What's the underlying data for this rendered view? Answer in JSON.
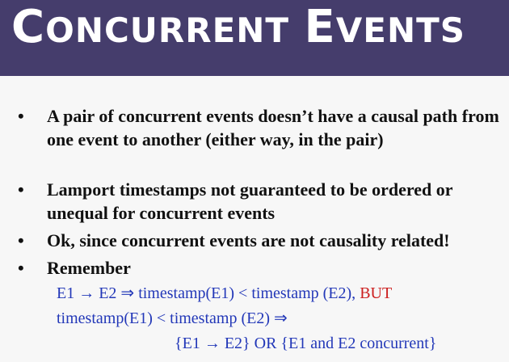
{
  "slide": {
    "title_c": "C",
    "title_oncurrent": "ONCURRENT",
    "title_e": "E",
    "title_vents": "VENTS",
    "bullets": [
      "A pair of concurrent events doesn’t have a causal path from one event to another (either way, in the pair)",
      "Lamport timestamps not guaranteed to be ordered or unequal for concurrent events",
      "Ok, since concurrent events are not causality related!",
      "Remember"
    ],
    "bullet_symbol": "•",
    "formula": {
      "line1": "E1 → E2 ⇒  timestamp(E1) < timestamp (E2),",
      "line1_red": "BUT",
      "line2": "timestamp(E1) < timestamp (E2)  ⇒",
      "line3": "{E1 → E2} OR {E1 and E2 concurrent}"
    }
  },
  "colors": {
    "header_bg": "#453d6c",
    "formula_blue": "#2338b8",
    "accent_red": "#cc1f1f"
  }
}
